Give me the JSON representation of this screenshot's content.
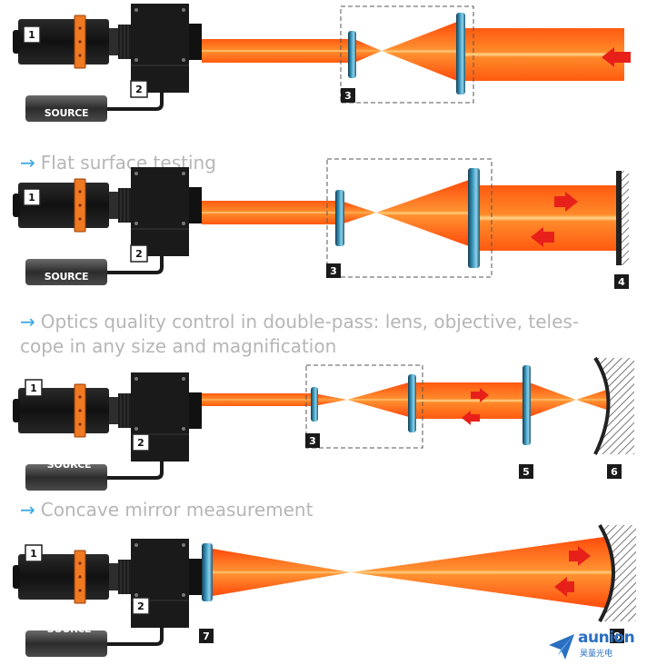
{
  "headings": {
    "h2": "Flat surface testing",
    "h3_line1": "Optics quality control in double-pass: lens, objective, teles-",
    "h3_line2": "cope in any size and magnification",
    "h4": "Concave mirror measurement"
  },
  "labels": {
    "source": "SOURCE",
    "n1": "1",
    "n2": "2",
    "n3": "3",
    "n4": "4",
    "n5": "5",
    "n6": "6",
    "n7": "7",
    "n8": "8"
  },
  "logo": {
    "text": "aunion",
    "sub": "昊量光电"
  },
  "colors": {
    "beam": "#ff6a12",
    "beam_core": "#ffd37a",
    "lens": "#2a7fa3",
    "arrow": "#e8201a",
    "body": "#1b1b1b",
    "heading_arrow": "#35a8e0",
    "heading_text": "#b6b6b6",
    "logo": "#2a6fc0"
  }
}
